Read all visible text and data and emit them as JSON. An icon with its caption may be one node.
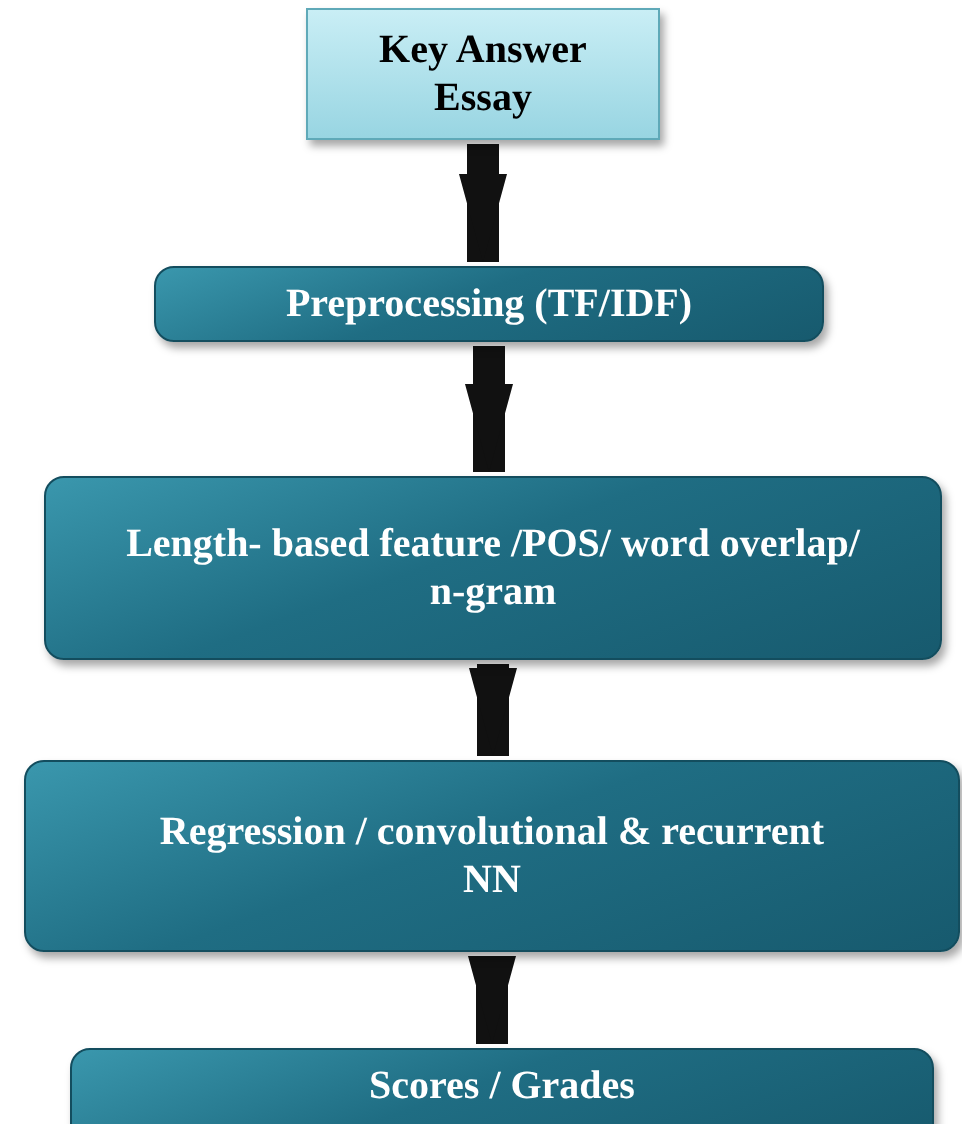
{
  "diagram": {
    "nodes": [
      {
        "text": [
          "Key Answer Essay"
        ]
      },
      {
        "text": [
          "Preprocessing (TF/IDF)"
        ]
      },
      {
        "text": [
          "Length- based feature /POS/ word overlap/ n-gram"
        ]
      },
      {
        "text": [
          "Regression / convolutional & recurrent NN"
        ]
      },
      {
        "text": [
          "Scores / Grades"
        ]
      }
    ],
    "edges": [
      {
        "from": 0,
        "to": 1,
        "arrow": "to"
      },
      {
        "from": 1,
        "to": 2,
        "arrow": "to"
      },
      {
        "from": 2,
        "to": 3,
        "arrow": "to"
      },
      {
        "from": 3,
        "to": 4,
        "arrow": "to"
      }
    ]
  }
}
